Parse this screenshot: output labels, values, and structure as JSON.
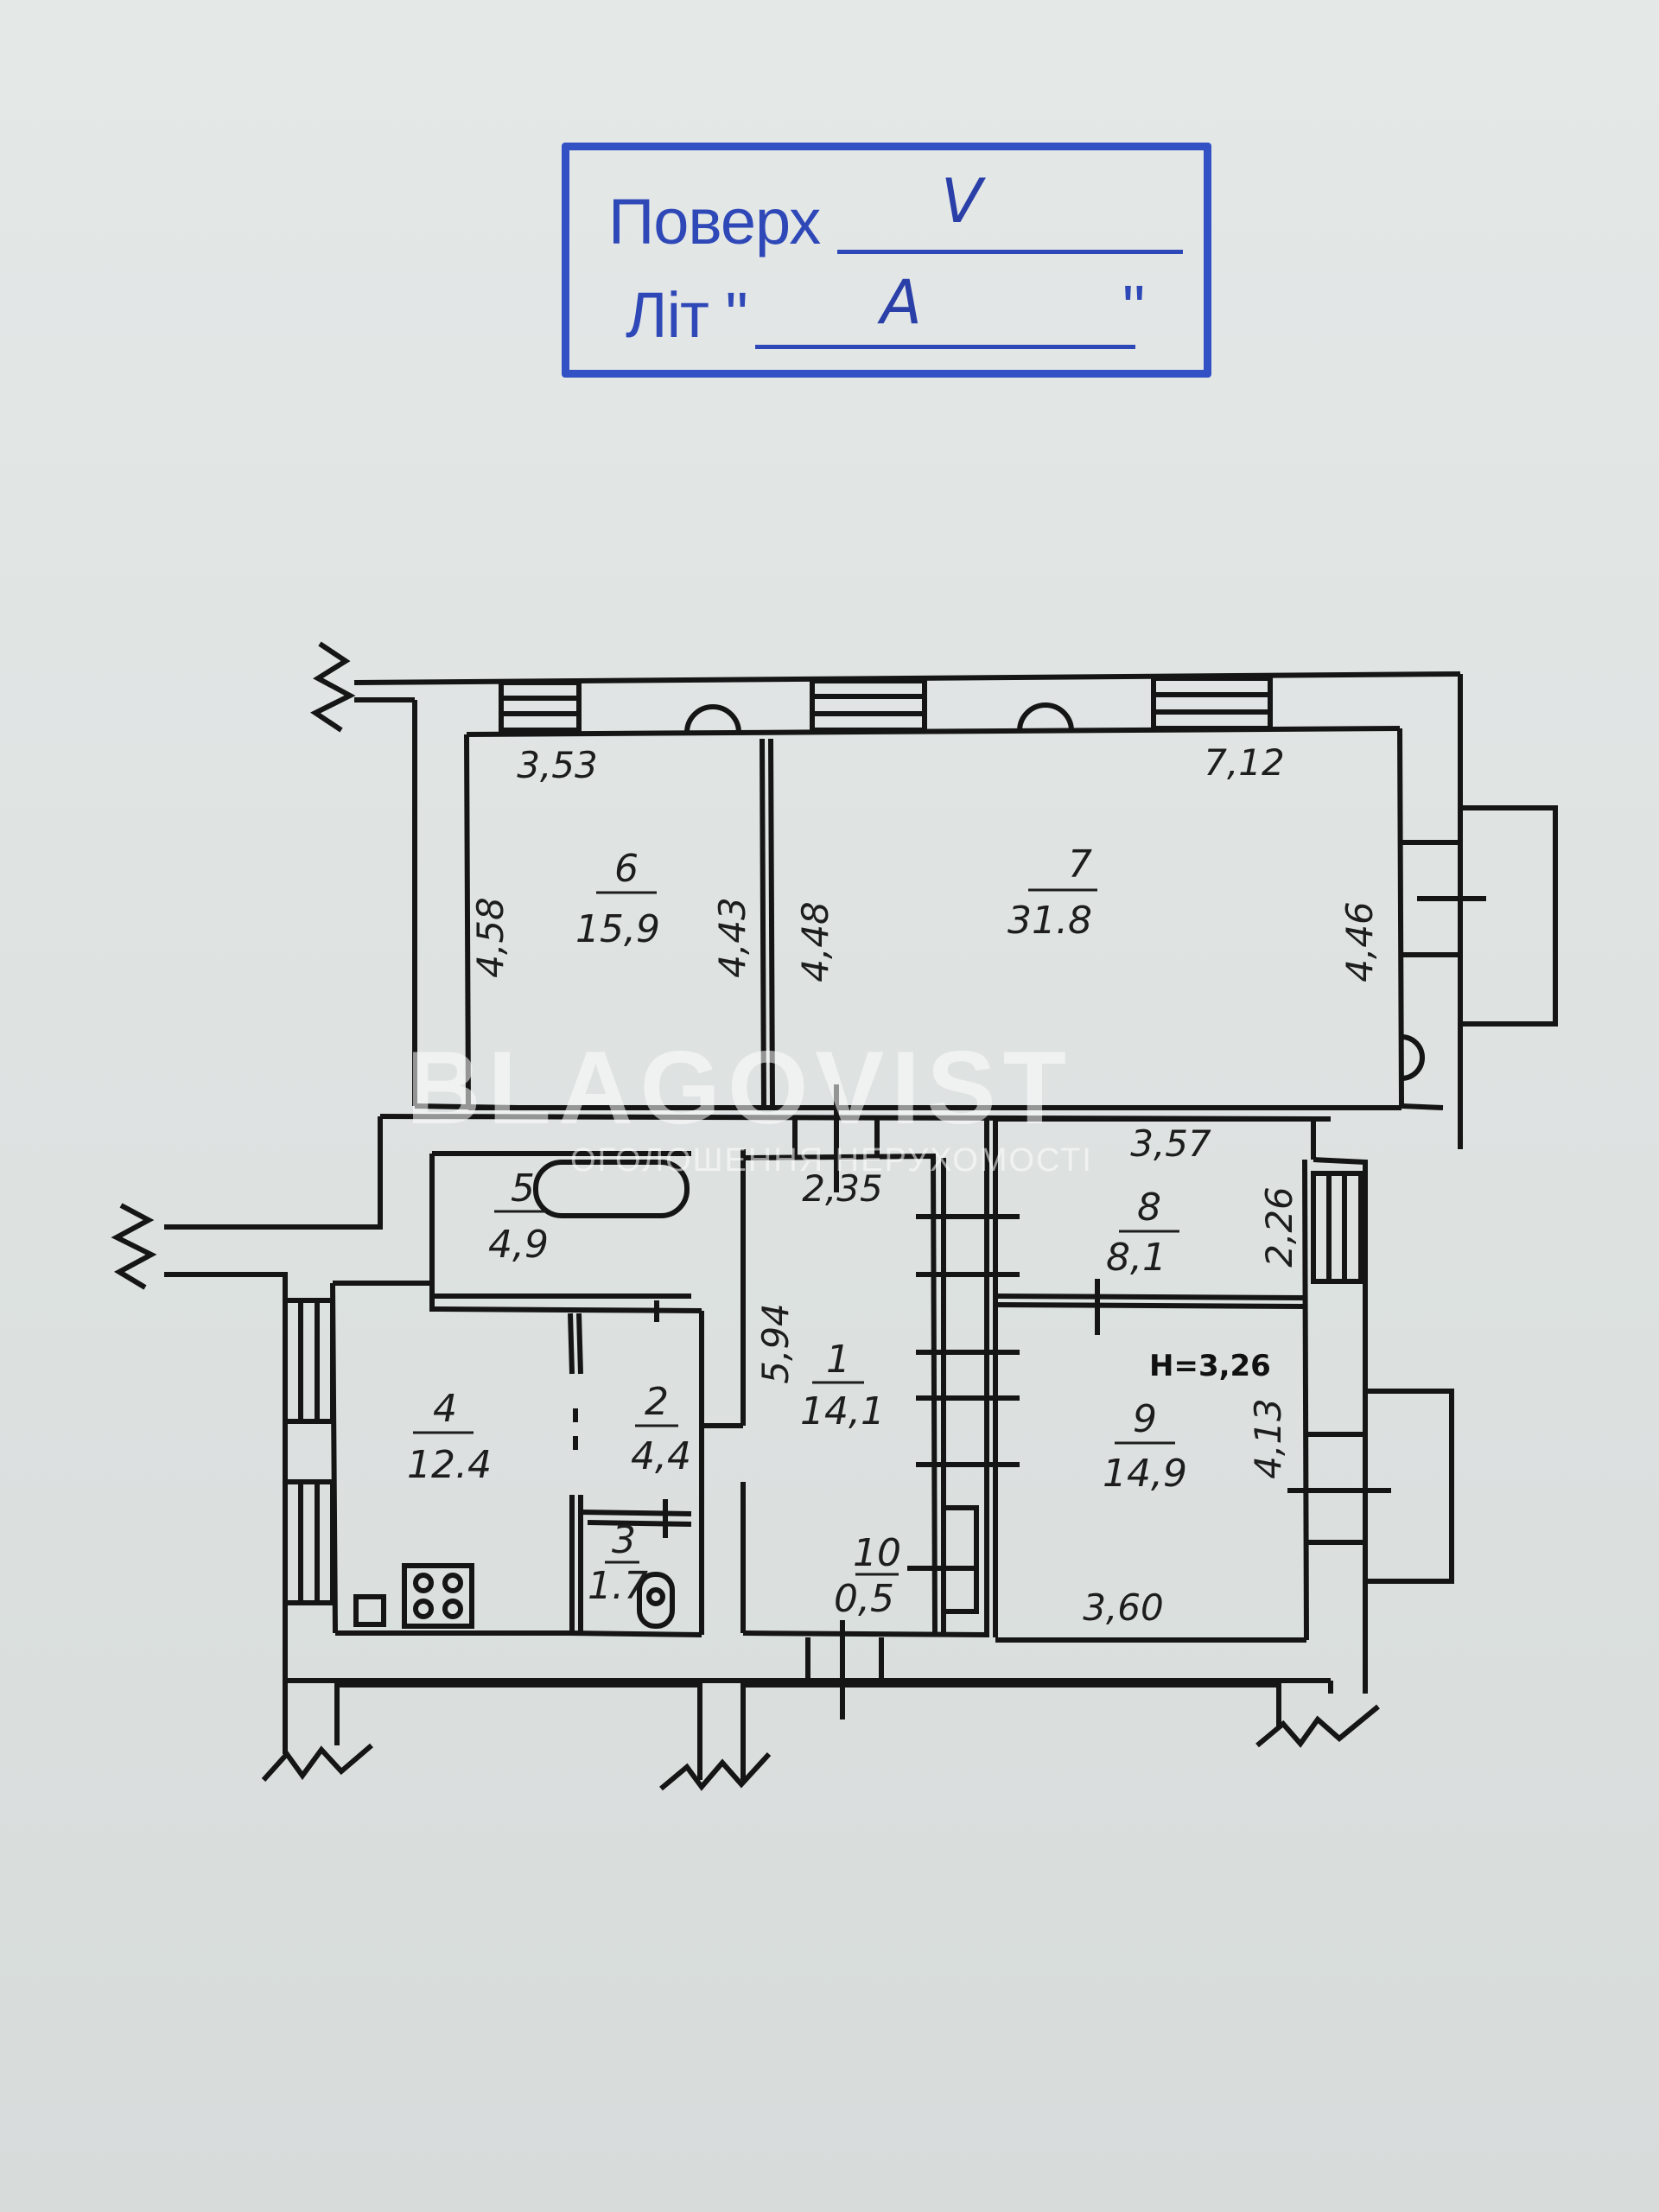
{
  "stamp": {
    "floor_label": "Поверх",
    "floor_value": "V",
    "liter_label": "Літ \"",
    "liter_value": "A",
    "liter_close": "\""
  },
  "ceiling_height": "H=3,26",
  "watermark": {
    "brand": "BLAGOVIST",
    "tagline": "ОГОЛОШЕННЯ НЕРУХОМОСТІ"
  },
  "rooms": [
    {
      "id": "1",
      "number": "1",
      "area": "14,1"
    },
    {
      "id": "2",
      "number": "2",
      "area": "4,4"
    },
    {
      "id": "3",
      "number": "3",
      "area": "1.7"
    },
    {
      "id": "4",
      "number": "4",
      "area": "12.4"
    },
    {
      "id": "5",
      "number": "5",
      "area": "4,9"
    },
    {
      "id": "6",
      "number": "6",
      "area": "15,9"
    },
    {
      "id": "7",
      "number": "7",
      "area": "31.8"
    },
    {
      "id": "8",
      "number": "8",
      "area": "8,1"
    },
    {
      "id": "9",
      "number": "9",
      "area": "14,9"
    },
    {
      "id": "10",
      "number": "10",
      "area": "0,5"
    }
  ],
  "dimensions": {
    "room6_width": "3,53",
    "room6_height": "4,58",
    "room6_inner": "4,43",
    "room7_left": "4,48",
    "room7_width": "7,12",
    "room7_height": "4,46",
    "room1_width": "2,35",
    "room1_height": "5,94",
    "room8_width": "3,57",
    "room8_height": "2,26",
    "room9_height": "4,13",
    "room9_width": "3,60"
  }
}
